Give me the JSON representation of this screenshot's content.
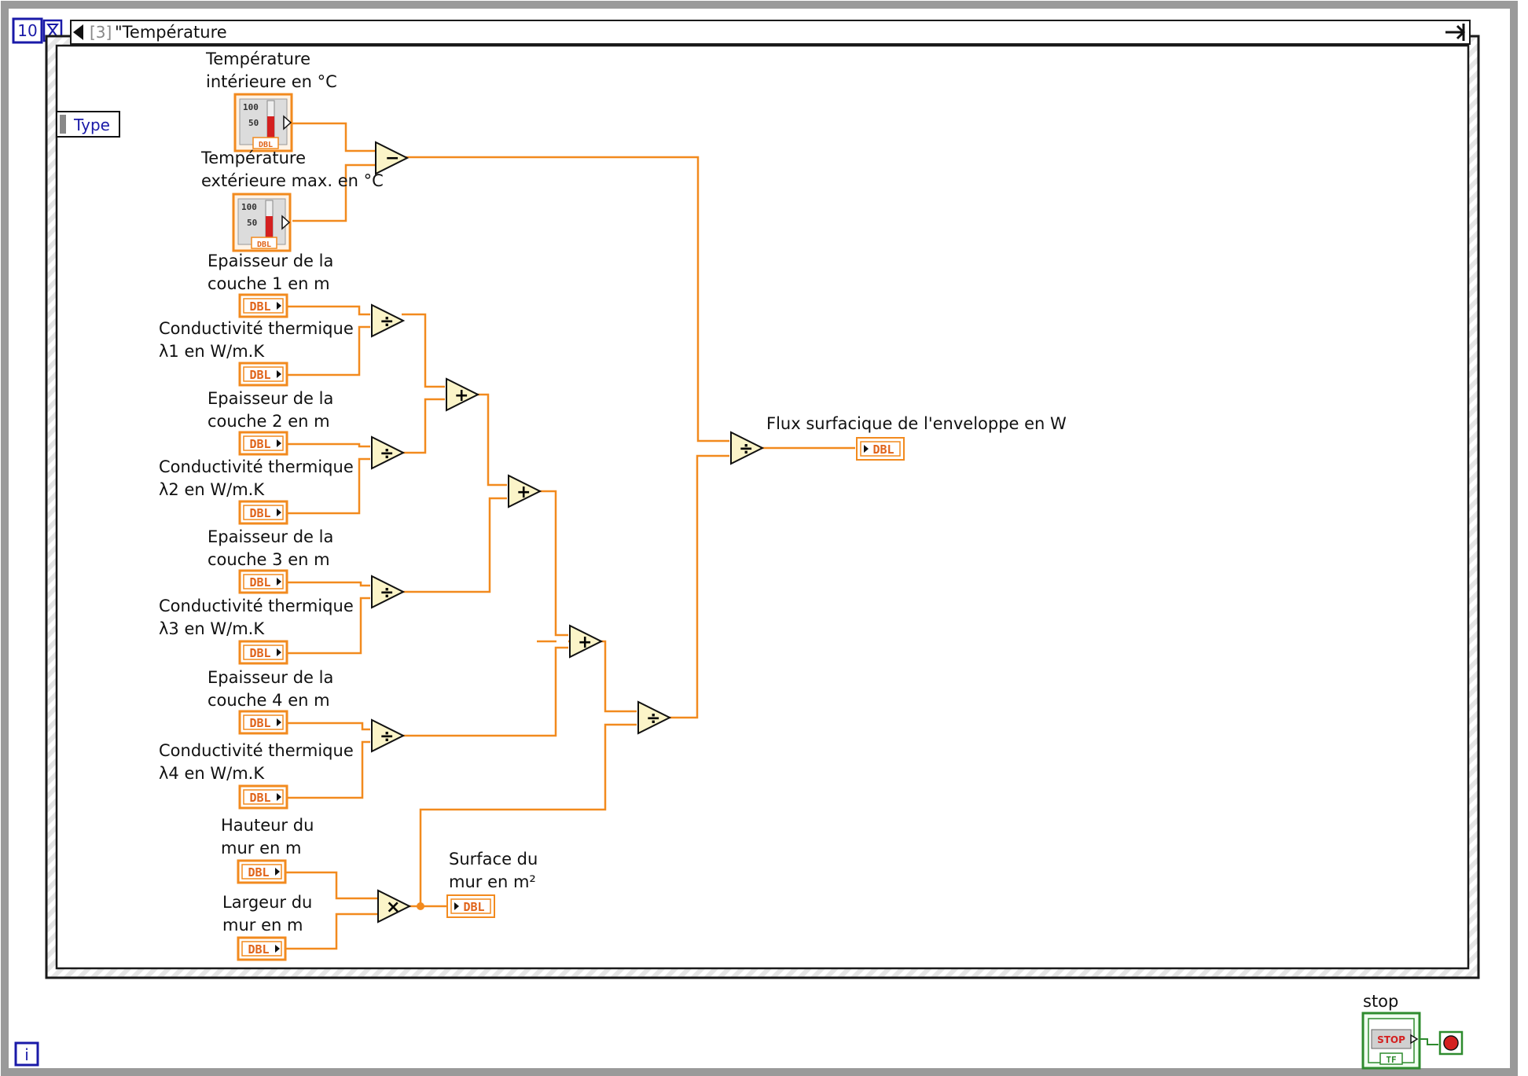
{
  "while_loop": {
    "wait_constant": "10",
    "iteration_terminal": "i",
    "stop_label": "stop",
    "stop_button_text": "STOP",
    "stop_type_text": "TF"
  },
  "case_structure": {
    "selector_index": "[3]",
    "selector_value": "\"Température",
    "type_tunnel_label": "Type"
  },
  "controls": [
    {
      "label_lines": [
        "Température",
        "intérieure en °C"
      ],
      "kind": "thermometer",
      "type": "DBL"
    },
    {
      "label_lines": [
        "Température",
        "extérieure max. en °C"
      ],
      "kind": "thermometer",
      "type": "DBL"
    },
    {
      "label_lines": [
        "Epaisseur de la",
        "couche 1 en m"
      ],
      "kind": "numeric",
      "type": "DBL"
    },
    {
      "label_lines": [
        "Conductivité thermique",
        "λ1 en W/m.K"
      ],
      "kind": "numeric",
      "type": "DBL"
    },
    {
      "label_lines": [
        "Epaisseur de la",
        "couche 2 en m"
      ],
      "kind": "numeric",
      "type": "DBL"
    },
    {
      "label_lines": [
        "Conductivité thermique",
        "λ2 en W/m.K"
      ],
      "kind": "numeric",
      "type": "DBL"
    },
    {
      "label_lines": [
        "Epaisseur de la",
        "couche 3 en m"
      ],
      "kind": "numeric",
      "type": "DBL"
    },
    {
      "label_lines": [
        "Conductivité thermique",
        "λ3 en W/m.K"
      ],
      "kind": "numeric",
      "type": "DBL"
    },
    {
      "label_lines": [
        "Epaisseur de la",
        "couche 4 en m"
      ],
      "kind": "numeric",
      "type": "DBL"
    },
    {
      "label_lines": [
        "Conductivité thermique",
        "λ4 en W/m.K"
      ],
      "kind": "numeric",
      "type": "DBL"
    },
    {
      "label_lines": [
        "Hauteur du",
        "mur en m"
      ],
      "kind": "numeric",
      "type": "DBL"
    },
    {
      "label_lines": [
        "Largeur du",
        "mur en m"
      ],
      "kind": "numeric",
      "type": "DBL"
    }
  ],
  "thermometer_scale": [
    "100",
    "50"
  ],
  "indicators": [
    {
      "label_lines": [
        "Flux surfacique de l'enveloppe en W"
      ],
      "type": "DBL"
    },
    {
      "label_lines": [
        "Surface du",
        "mur en m²"
      ],
      "type": "DBL"
    }
  ],
  "operators": {
    "subtract": "−",
    "divide": "÷",
    "add": "+",
    "multiply": "×"
  },
  "colors": {
    "wire_double": "#f28a1e",
    "control_border": "#f28a1e",
    "loop_frame": "#9a9a9a",
    "case_frame": "#1a1a1a",
    "boolean_green": "#2e8b2e",
    "node_fill": "#fbf4c8",
    "terminal_blue": "#1a1aa8"
  }
}
